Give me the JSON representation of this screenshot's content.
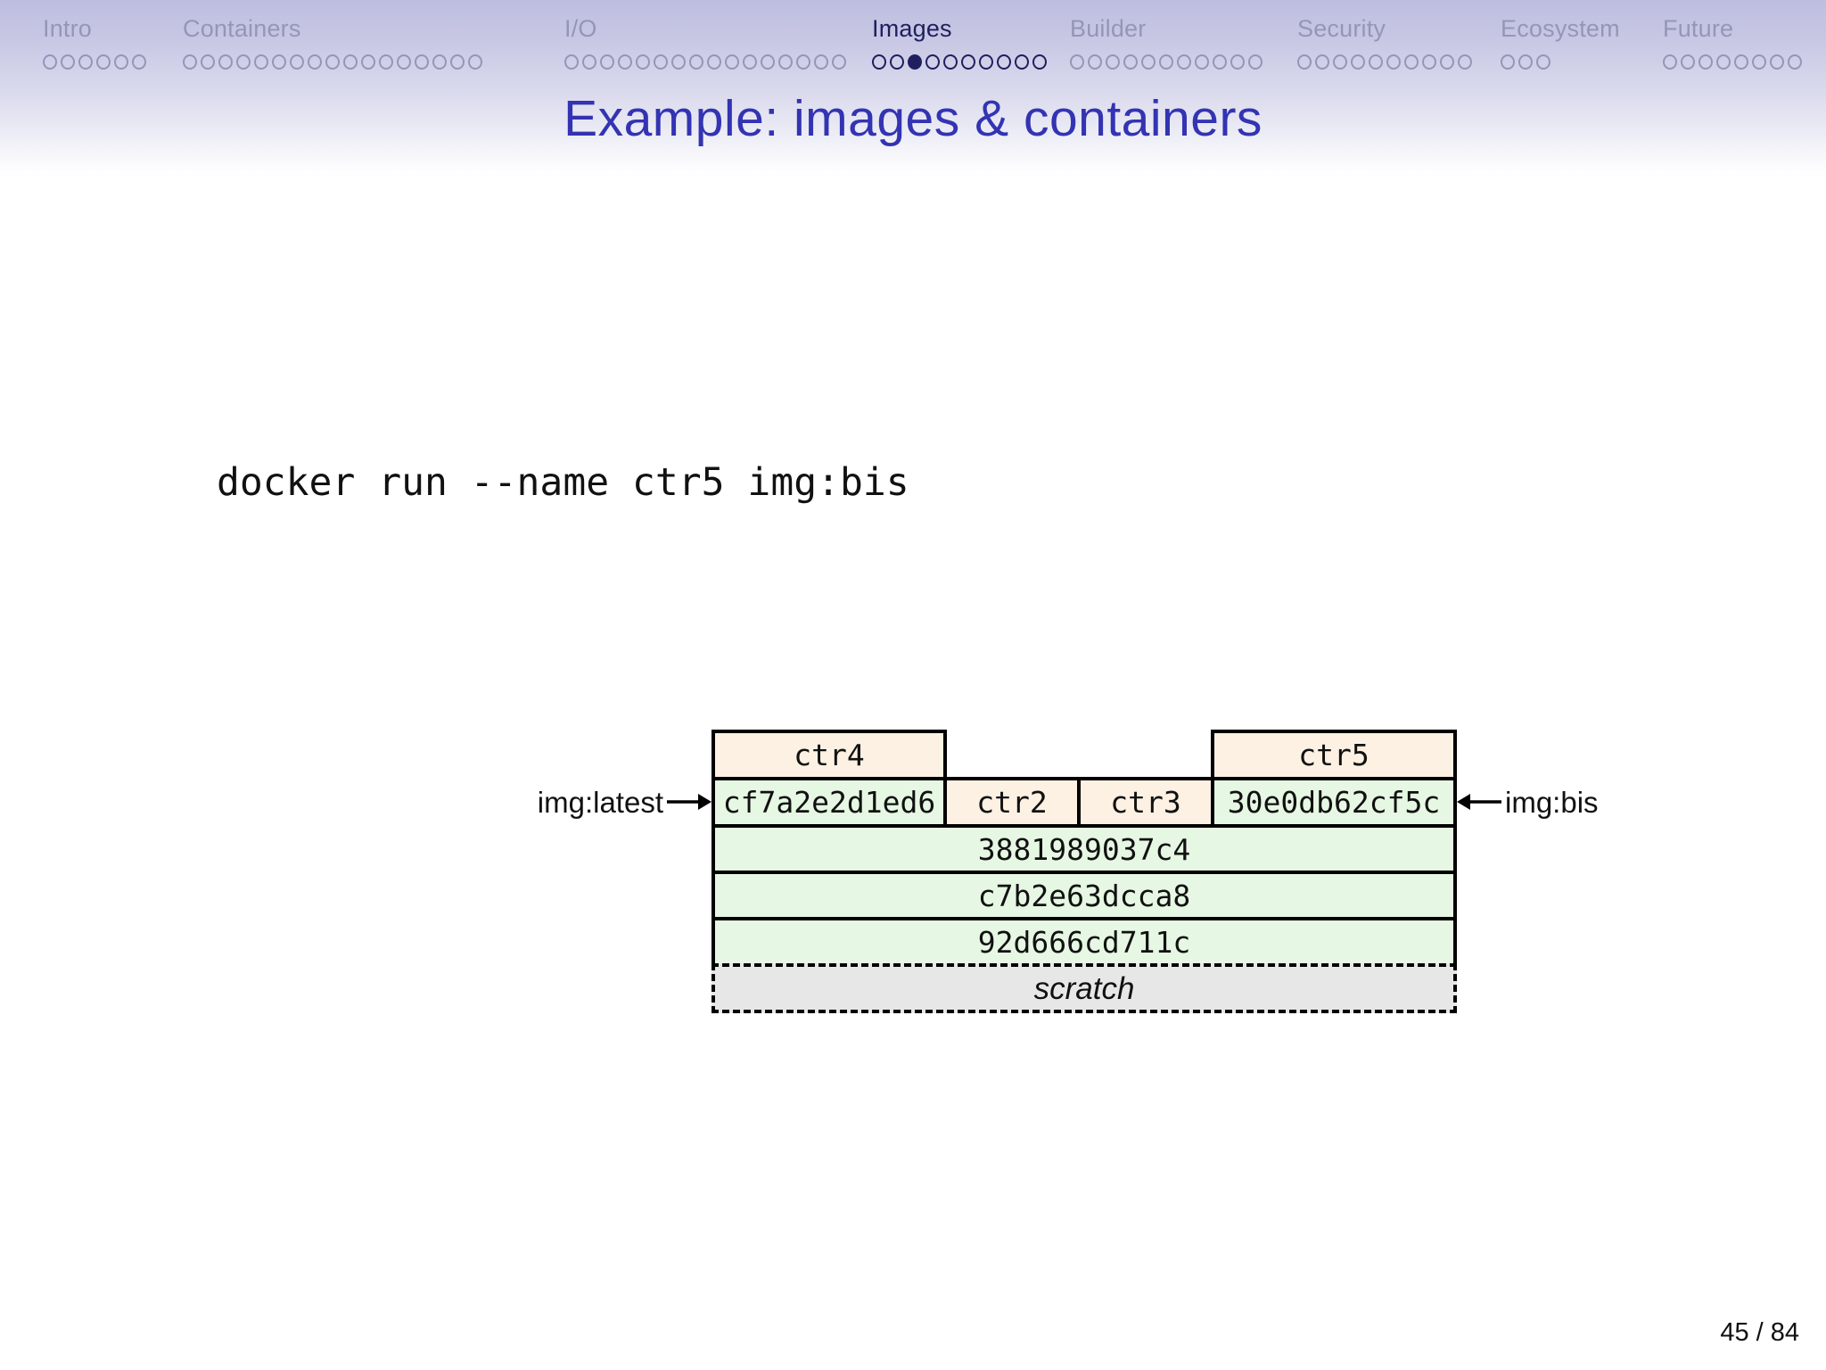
{
  "nav": {
    "sections": [
      {
        "label": "Intro",
        "dots": 6,
        "filled": -1,
        "active": false
      },
      {
        "label": "Containers",
        "dots": 17,
        "filled": -1,
        "active": false
      },
      {
        "label": "I/O",
        "dots": 16,
        "filled": -1,
        "active": false
      },
      {
        "label": "Images",
        "dots": 10,
        "filled": 2,
        "active": true
      },
      {
        "label": "Builder",
        "dots": 11,
        "filled": -1,
        "active": false
      },
      {
        "label": "Security",
        "dots": 10,
        "filled": -1,
        "active": false
      },
      {
        "label": "Ecosystem",
        "dots": 3,
        "filled": -1,
        "active": false
      },
      {
        "label": "Future",
        "dots": 8,
        "filled": -1,
        "active": false
      }
    ]
  },
  "title": "Example: images & containers",
  "code_line": "docker run --name ctr5 img:bis",
  "diagram": {
    "container_boxes": [
      "ctr4",
      "ctr5"
    ],
    "top_layer_cells": [
      "cf7a2e2d1ed6",
      "ctr2",
      "ctr3",
      "30e0db62cf5c"
    ],
    "shared_layers": [
      "3881989037c4",
      "c7b2e63dcca8",
      "92d666cd711c"
    ],
    "base_layer": "scratch",
    "left_tag": "img:latest",
    "right_tag": "img:bis"
  },
  "footer": {
    "page_indicator": "45 / 84"
  },
  "colors": {
    "accent_title": "#3333b3",
    "nav_inactive": "#9595b9",
    "nav_active": "#1f1f60",
    "container_fill": "#fdf1e3",
    "layer_fill": "#e6f8e3",
    "base_fill": "#e7e7e7"
  }
}
